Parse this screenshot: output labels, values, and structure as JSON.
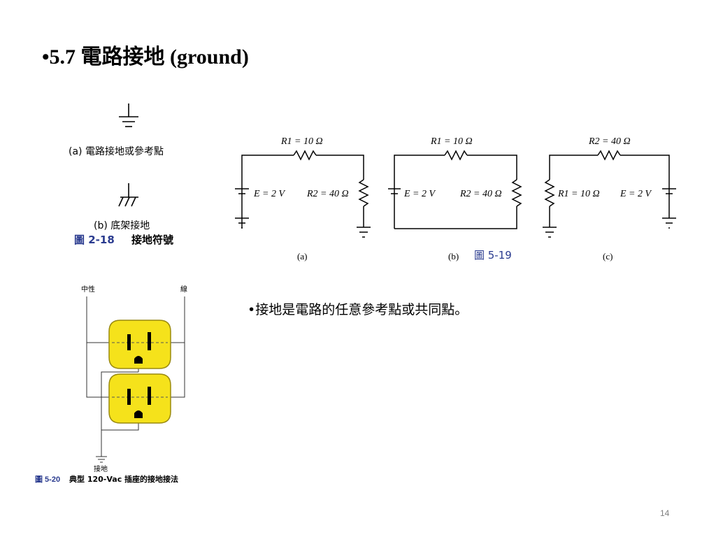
{
  "slide": {
    "title": "•5.7 電路接地 (ground)",
    "bullet": "•接地是電路的任意參考點或共同點。",
    "page_number": "14"
  },
  "fig_2_18": {
    "caption_a": "(a) 電路接地或參考點",
    "caption_b": "(b) 底架接地",
    "fig_label": "圖 2-18",
    "fig_title": "接地符號"
  },
  "fig_5_19": {
    "a": {
      "r_top": "R1 = 10 Ω",
      "e": "E = 2 V",
      "r_side": "R2 = 40 Ω",
      "label": "(a)"
    },
    "b": {
      "r_top": "R1 = 10 Ω",
      "e": "E = 2 V",
      "r_side": "R2 = 40 Ω",
      "label": "(b)"
    },
    "c": {
      "r_top": "R2 = 40 Ω",
      "r_side": "R1 = 10 Ω",
      "e": "E = 2 V",
      "label": "(c)"
    },
    "fig_label": "圖 5-19"
  },
  "fig_5_20": {
    "neutral": "中性",
    "line": "線",
    "ground": "接地",
    "fig_label": "圖 5-20",
    "fig_title": "典型 120-Vac 插座的接地接法"
  },
  "colors": {
    "outlet_fill": "#f5e21b",
    "outlet_stroke": "#9a8a10",
    "figure_label_blue": "#2a3b8f"
  }
}
